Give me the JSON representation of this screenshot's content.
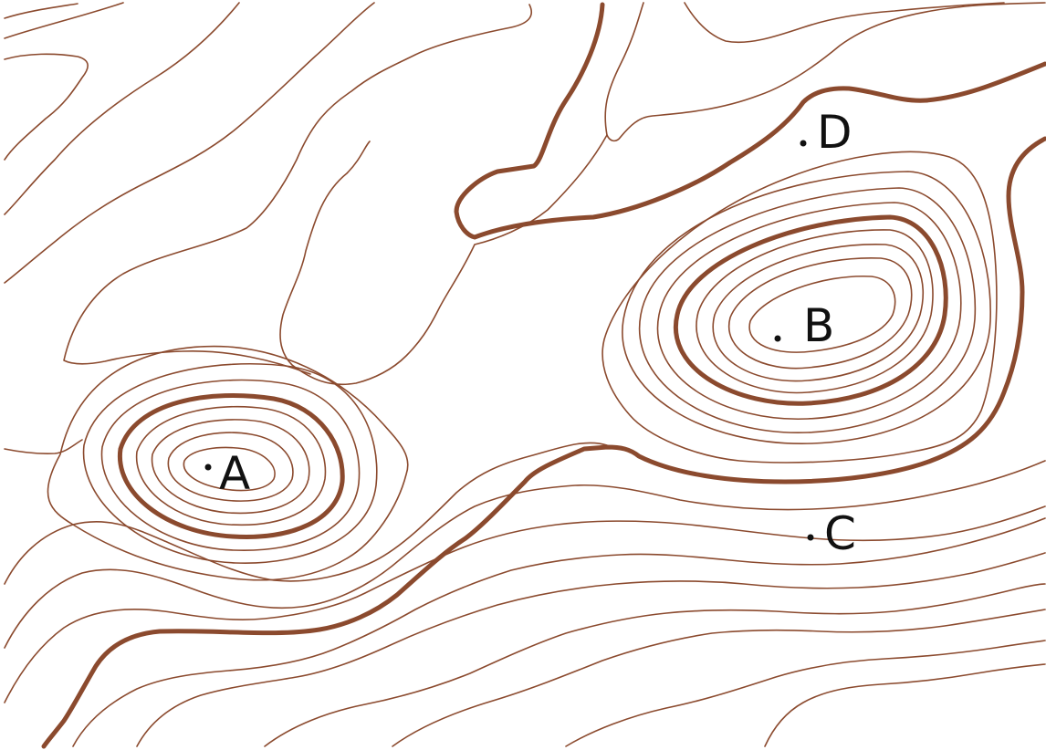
{
  "map": {
    "line_color": "#8b4a2e",
    "background": "#ffffff",
    "points": [
      {
        "id": "a",
        "label": "A"
      },
      {
        "id": "b",
        "label": "B"
      },
      {
        "id": "c",
        "label": "C"
      },
      {
        "id": "d",
        "label": "D"
      }
    ]
  }
}
